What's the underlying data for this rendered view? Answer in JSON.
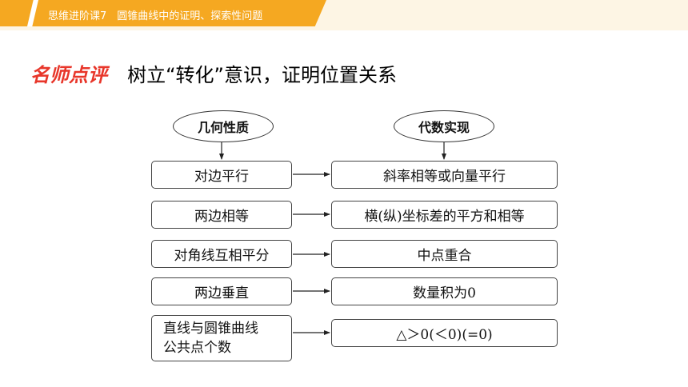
{
  "header": {
    "banner_text": "思维进阶课7　圆锥曲线中的证明、探索性问题"
  },
  "heading": {
    "tag": "名师点评",
    "title": "树立“转化”意识，证明位置关系"
  },
  "diagram": {
    "left_header": "几何性质",
    "right_header": "代数实现",
    "rows": [
      {
        "left": "对边平行",
        "right": "斜率相等或向量平行"
      },
      {
        "left": "两边相等",
        "right": "横(纵)坐标差的平方和相等"
      },
      {
        "left": "对角线互相平分",
        "right": "中点重合"
      },
      {
        "left": "两边垂直",
        "right": "数量积为0"
      },
      {
        "left_line1": "直线与圆锥曲线",
        "left_line2": "公共点个数",
        "right": "△＞0(＜0)(=0)"
      }
    ]
  },
  "colors": {
    "banner": "#f5a821",
    "tag": "#e8362a",
    "topbar_bg": "#fdf5e4"
  }
}
